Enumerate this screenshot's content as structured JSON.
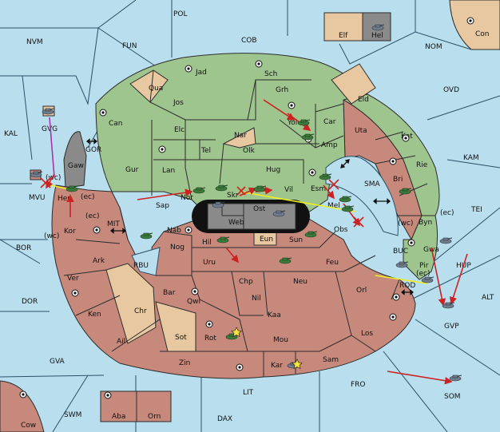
{
  "provinces": {
    "pol": "POL",
    "nvm": "NVM",
    "fun": "FUN",
    "cob": "COB",
    "nom": "NOM",
    "con": "Con",
    "elf": "Elf",
    "hel": "Hel",
    "kal": "KAL",
    "gvg": "GVG",
    "gor": "GOR",
    "gaw": "Gaw",
    "mvu": "MVU",
    "her": "Her",
    "kor": "Kor",
    "mit": "MIT",
    "bor": "BOR",
    "ver": "Ver",
    "ark": "Ark",
    "rbu": "RBU",
    "dor": "DOR",
    "ken": "Ken",
    "chr": "Chr",
    "ail": "Ail",
    "gva": "GVA",
    "swm": "SWM",
    "cow": "Cow",
    "aba": "Aba",
    "orn": "Orn",
    "dax": "DAX",
    "lit": "LIT",
    "zin": "Zin",
    "sot": "Sot",
    "rot": "Rot",
    "bar": "Bar",
    "qwi": "Qwi",
    "mou": "Mou",
    "kar": "Kar",
    "sam": "Sam",
    "los": "Los",
    "fro": "FRO",
    "som": "SOM",
    "jad": "Jad",
    "sch": "Sch",
    "qua": "Qua",
    "jos": "Jos",
    "grh": "Grh",
    "eld": "Eld",
    "ovd": "OVD",
    "can": "Can",
    "elc": "Elc",
    "nar": "Nar",
    "car": "Car",
    "yol": "Yol",
    "uta": "Uta",
    "kat": "Kat",
    "kam": "KAM",
    "tel": "Tel",
    "olk": "Olk",
    "amp": "Amp",
    "gur": "Gur",
    "lan": "Lan",
    "hug": "Hug",
    "rie": "Rie",
    "bri": "Bri",
    "sma": "SMA",
    "esm": "Esm",
    "tei": "TEI",
    "nor": "Nor",
    "skr": "Skr",
    "vil": "Vil",
    "sap": "Sap",
    "ost": "Ost",
    "web": "Web",
    "mel": "Mel",
    "byn": "Byn",
    "nab": "Nab",
    "eun": "Eun",
    "obs": "Obs",
    "sun": "Sun",
    "gwa": "Gwa",
    "nog": "Nog",
    "hil": "Hil",
    "buc": "BUC",
    "uru": "Uru",
    "feu": "Feu",
    "pir": "Pir",
    "hup": "HUP",
    "chp": "Chp",
    "neu": "Neu",
    "orl": "Orl",
    "rod": "ROD",
    "alt": "ALT",
    "nil": "Nil",
    "gvp": "GVP",
    "kaa": "Kaa"
  },
  "coast_labels": {
    "her_wc": "(wc)",
    "her_ec": "(ec)",
    "kor_ec": "(ec)",
    "kor_wc": "(wc)",
    "byn_ec": "(ec)",
    "byn_wc": "(wc)",
    "gwa_ec": "(ec)"
  },
  "icons": {
    "tank": "tank-icon",
    "supply_center": "supply-center-icon",
    "move_arrow": "move-arrow-icon",
    "fail_cross": "failed-order-icon",
    "star": "star-icon",
    "canal": "double-arrow-icon"
  },
  "colors": {
    "sea": "#b9dfee",
    "green_power": "#9ec58d",
    "red_power": "#c7897b",
    "neutral": "#e8c8a0",
    "gray_power": "#8a8a8a",
    "order_arrow": "#cc2222",
    "support_line": "#f0f020",
    "convoy_line": "#aa33aa"
  }
}
